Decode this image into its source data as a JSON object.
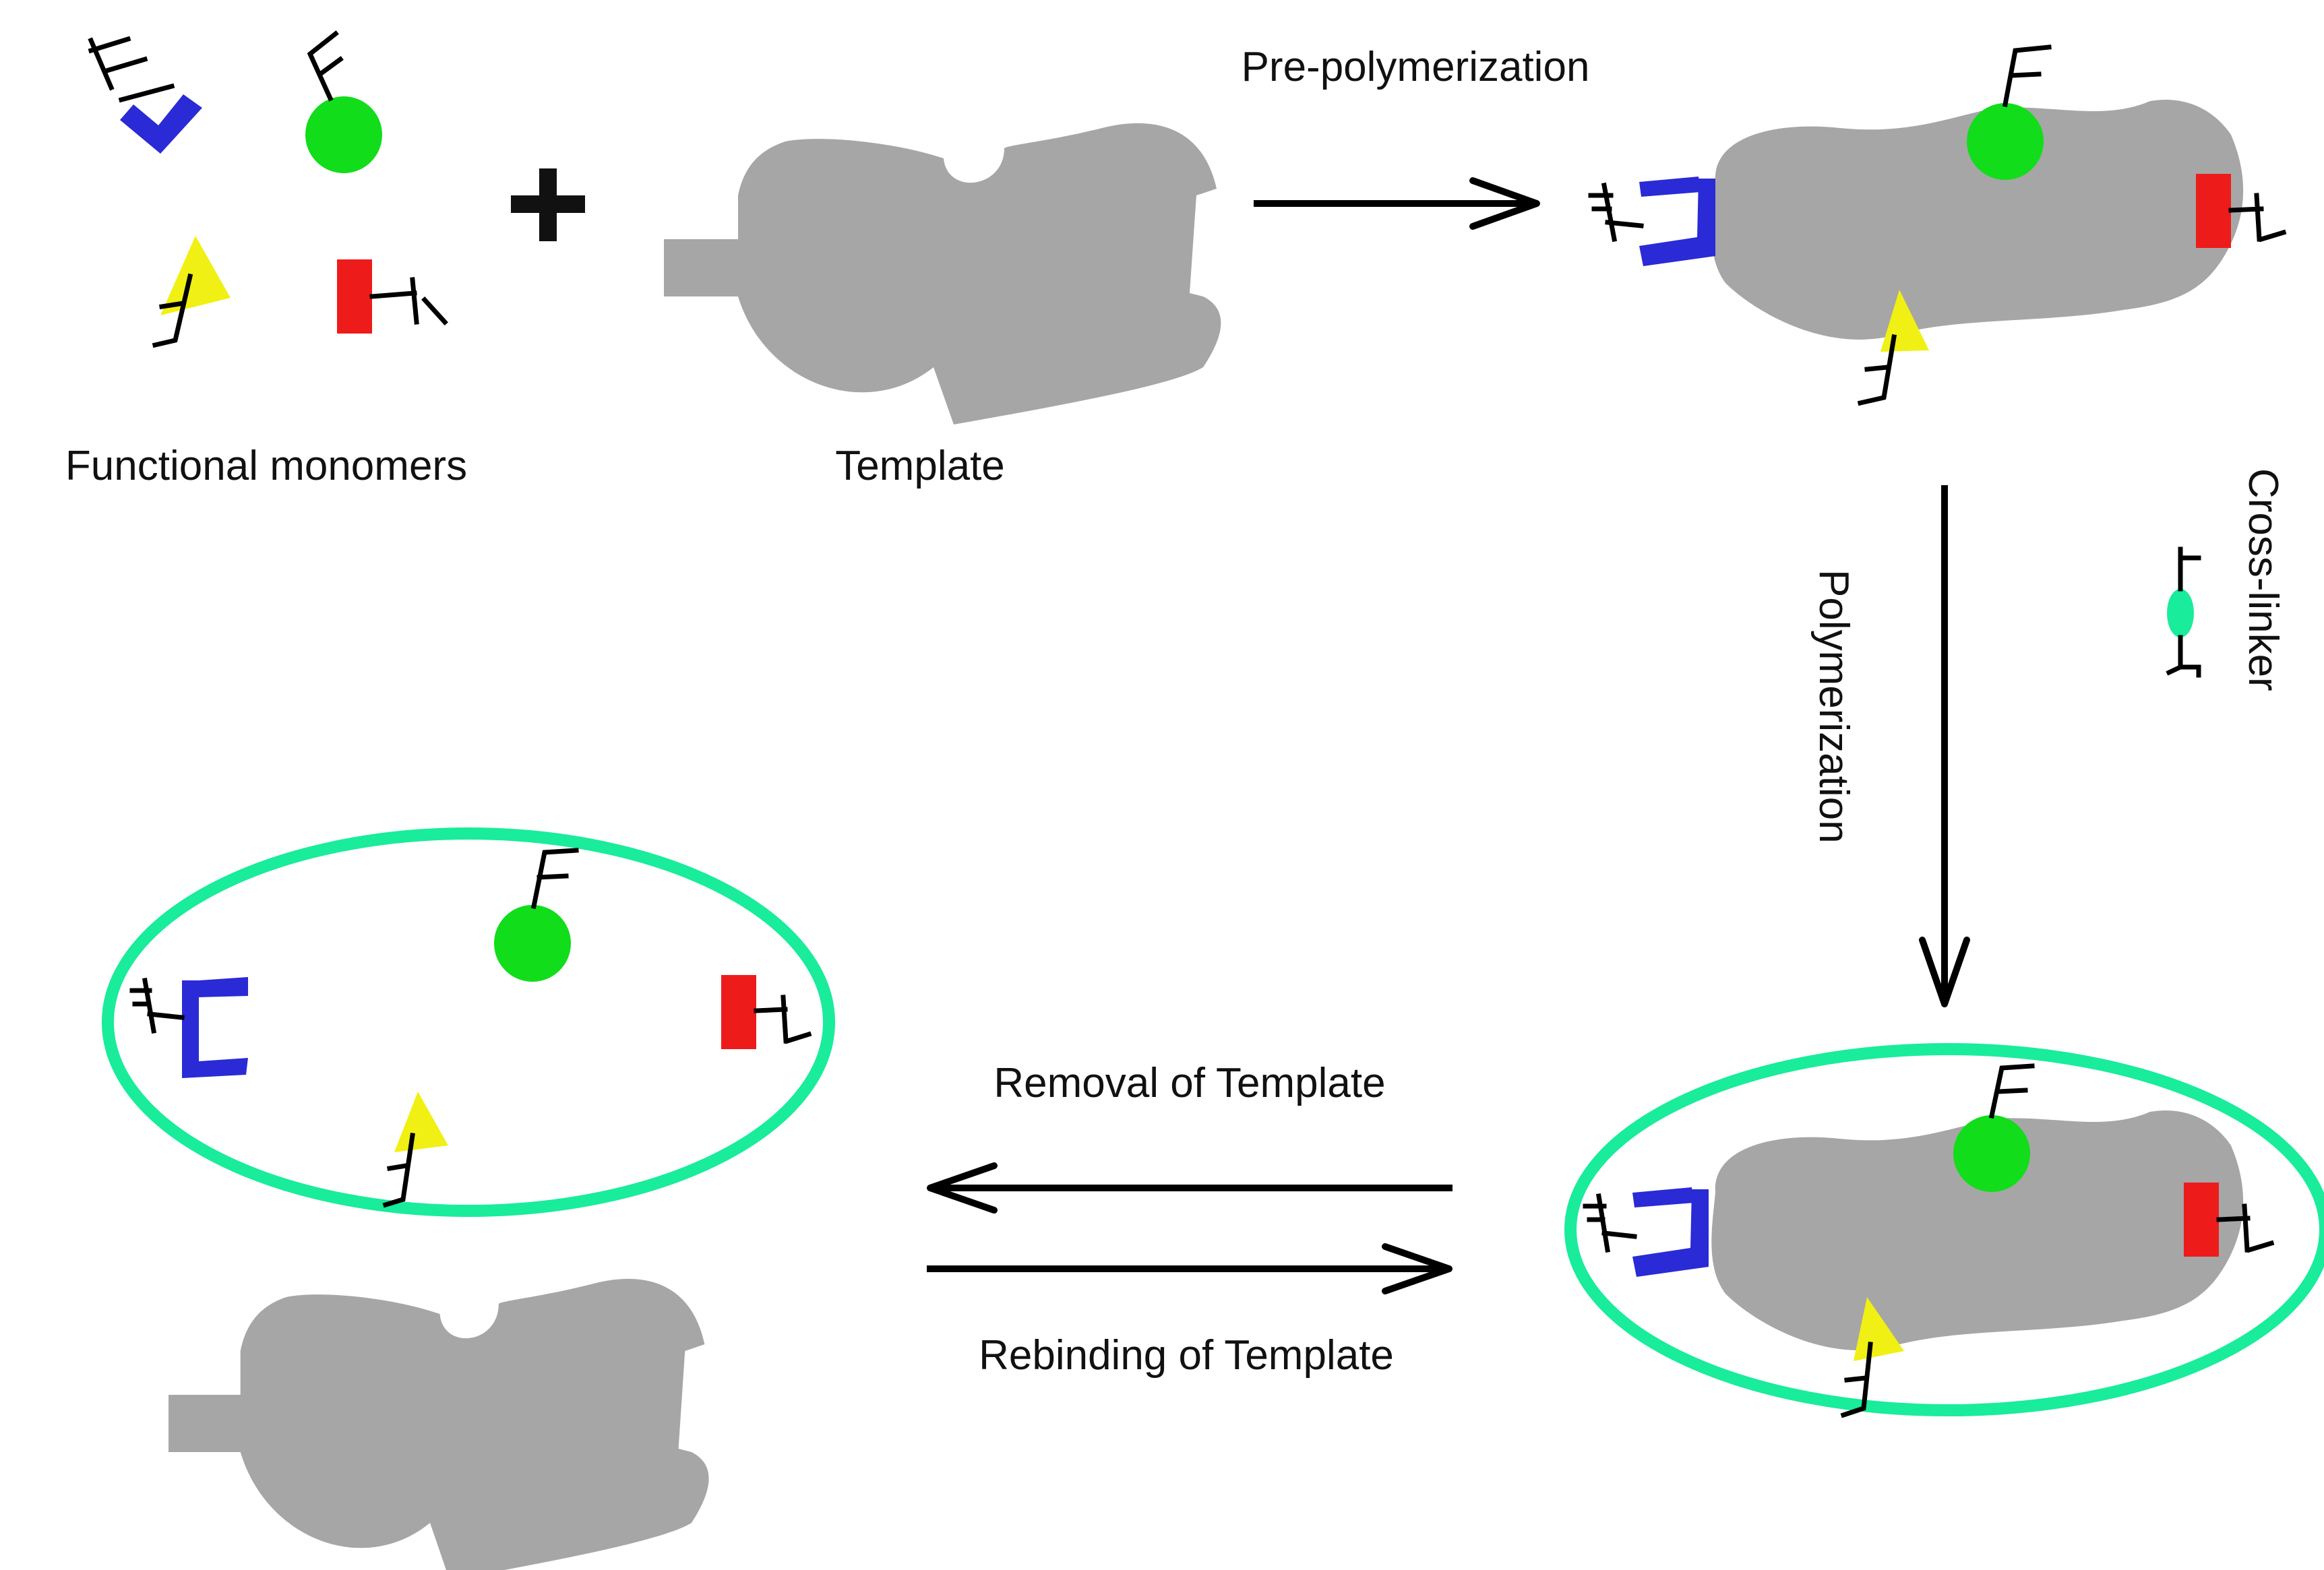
{
  "labels": {
    "functional_monomers": "Functional monomers",
    "template": "Template",
    "pre_polymerization": "Pre-polymerization",
    "polymerization": "Polymerization",
    "cross_linker": "Cross-linker",
    "removal": "Removal of Template",
    "rebinding": "Rebinding of Template"
  },
  "colors": {
    "template_gray": "#a6a6a6",
    "polymer_ring": "#19ec9a",
    "monomer_blue": "#2a2ad6",
    "monomer_green": "#11dd1a",
    "monomer_yellow": "#f0f015",
    "monomer_red": "#ee1b1b"
  }
}
